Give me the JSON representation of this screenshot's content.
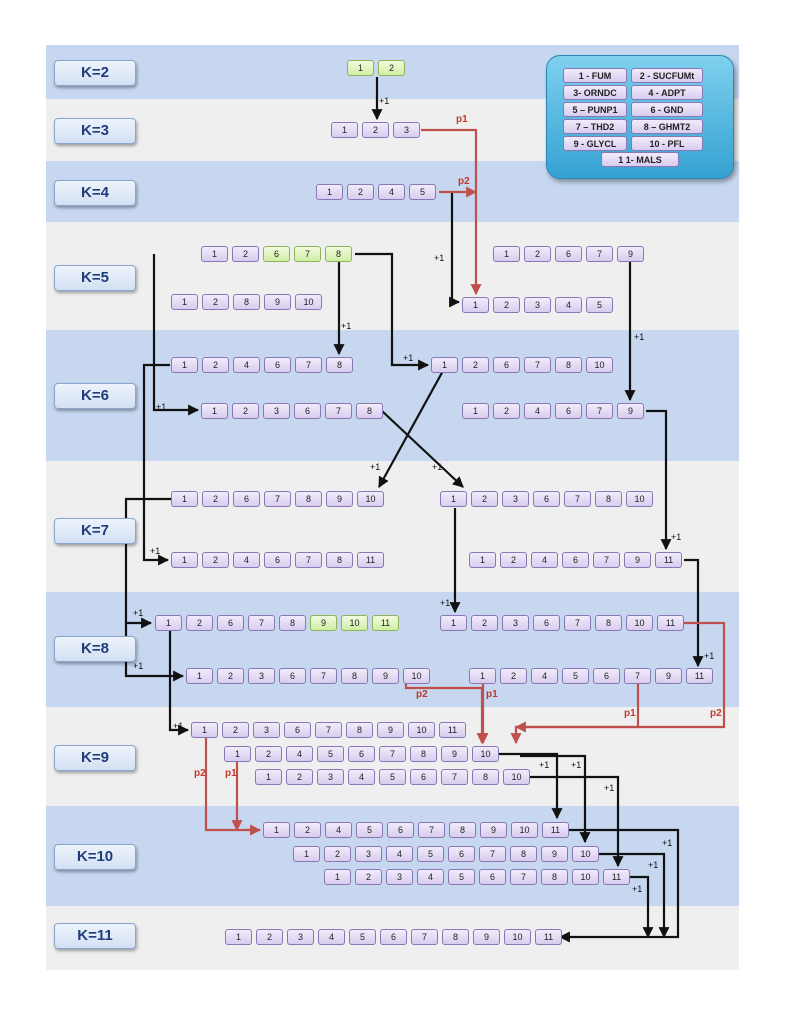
{
  "levels": [
    "K=2",
    "K=3",
    "K=4",
    "K=5",
    "K=6",
    "K=7",
    "K=8",
    "K=9",
    "K=10",
    "K=11"
  ],
  "legend": {
    "items": [
      "1 - FUM",
      "2 - SUCFUMt",
      "3- ORNDC",
      "4 - ADPT",
      "5 – PUNP1",
      "6 - GND",
      "7 – THD2",
      "8 – GHMT2",
      "9 - GLYCL",
      "10 - PFL",
      "1 1- MALS"
    ]
  },
  "rows": [
    {
      "cells": [
        "1",
        "2"
      ],
      "green": [
        0,
        1
      ]
    },
    {
      "cells": [
        "1",
        "2",
        "3"
      ],
      "green": []
    },
    {
      "cells": [
        "1",
        "2",
        "4",
        "5"
      ],
      "green": []
    },
    {
      "cells": [
        "1",
        "2",
        "6",
        "7",
        "8"
      ],
      "green": [
        2,
        3,
        4
      ]
    },
    {
      "cells": [
        "1",
        "2",
        "6",
        "7",
        "9"
      ],
      "green": []
    },
    {
      "cells": [
        "1",
        "2",
        "8",
        "9",
        "10"
      ],
      "green": []
    },
    {
      "cells": [
        "1",
        "2",
        "3",
        "4",
        "5"
      ],
      "green": []
    },
    {
      "cells": [
        "1",
        "2",
        "4",
        "6",
        "7",
        "8"
      ],
      "green": []
    },
    {
      "cells": [
        "1",
        "2",
        "6",
        "7",
        "8",
        "10"
      ],
      "green": []
    },
    {
      "cells": [
        "1",
        "2",
        "3",
        "6",
        "7",
        "8"
      ],
      "green": []
    },
    {
      "cells": [
        "1",
        "2",
        "4",
        "6",
        "7",
        "9"
      ],
      "green": []
    },
    {
      "cells": [
        "1",
        "2",
        "6",
        "7",
        "8",
        "9",
        "10"
      ],
      "green": []
    },
    {
      "cells": [
        "1",
        "2",
        "3",
        "6",
        "7",
        "8",
        "10"
      ],
      "green": []
    },
    {
      "cells": [
        "1",
        "2",
        "4",
        "6",
        "7",
        "8",
        "11"
      ],
      "green": []
    },
    {
      "cells": [
        "1",
        "2",
        "4",
        "6",
        "7",
        "9",
        "11"
      ],
      "green": []
    },
    {
      "cells": [
        "1",
        "2",
        "6",
        "7",
        "8",
        "9",
        "10",
        "11"
      ],
      "green": [
        5,
        6,
        7
      ]
    },
    {
      "cells": [
        "1",
        "2",
        "3",
        "6",
        "7",
        "8",
        "10",
        "11"
      ],
      "green": []
    },
    {
      "cells": [
        "1",
        "2",
        "3",
        "6",
        "7",
        "8",
        "9",
        "10"
      ],
      "green": []
    },
    {
      "cells": [
        "1",
        "2",
        "4",
        "5",
        "6",
        "7",
        "9",
        "11"
      ],
      "green": []
    },
    {
      "cells": [
        "1",
        "2",
        "3",
        "6",
        "7",
        "8",
        "9",
        "10",
        "11"
      ],
      "green": []
    },
    {
      "cells": [
        "1",
        "2",
        "4",
        "5",
        "6",
        "7",
        "8",
        "9",
        "10"
      ],
      "green": []
    },
    {
      "cells": [
        "1",
        "2",
        "3",
        "4",
        "5",
        "6",
        "7",
        "8",
        "10"
      ],
      "green": []
    },
    {
      "cells": [
        "1",
        "2",
        "4",
        "5",
        "6",
        "7",
        "8",
        "9",
        "10",
        "11"
      ],
      "green": []
    },
    {
      "cells": [
        "1",
        "2",
        "3",
        "4",
        "5",
        "6",
        "7",
        "8",
        "9",
        "10"
      ],
      "green": []
    },
    {
      "cells": [
        "1",
        "2",
        "3",
        "4",
        "5",
        "6",
        "7",
        "8",
        "10",
        "11"
      ],
      "green": []
    },
    {
      "cells": [
        "1",
        "2",
        "3",
        "4",
        "5",
        "6",
        "7",
        "8",
        "9",
        "10",
        "11"
      ],
      "green": []
    }
  ],
  "edge_labels": [
    "+1",
    "p1",
    "p2"
  ]
}
